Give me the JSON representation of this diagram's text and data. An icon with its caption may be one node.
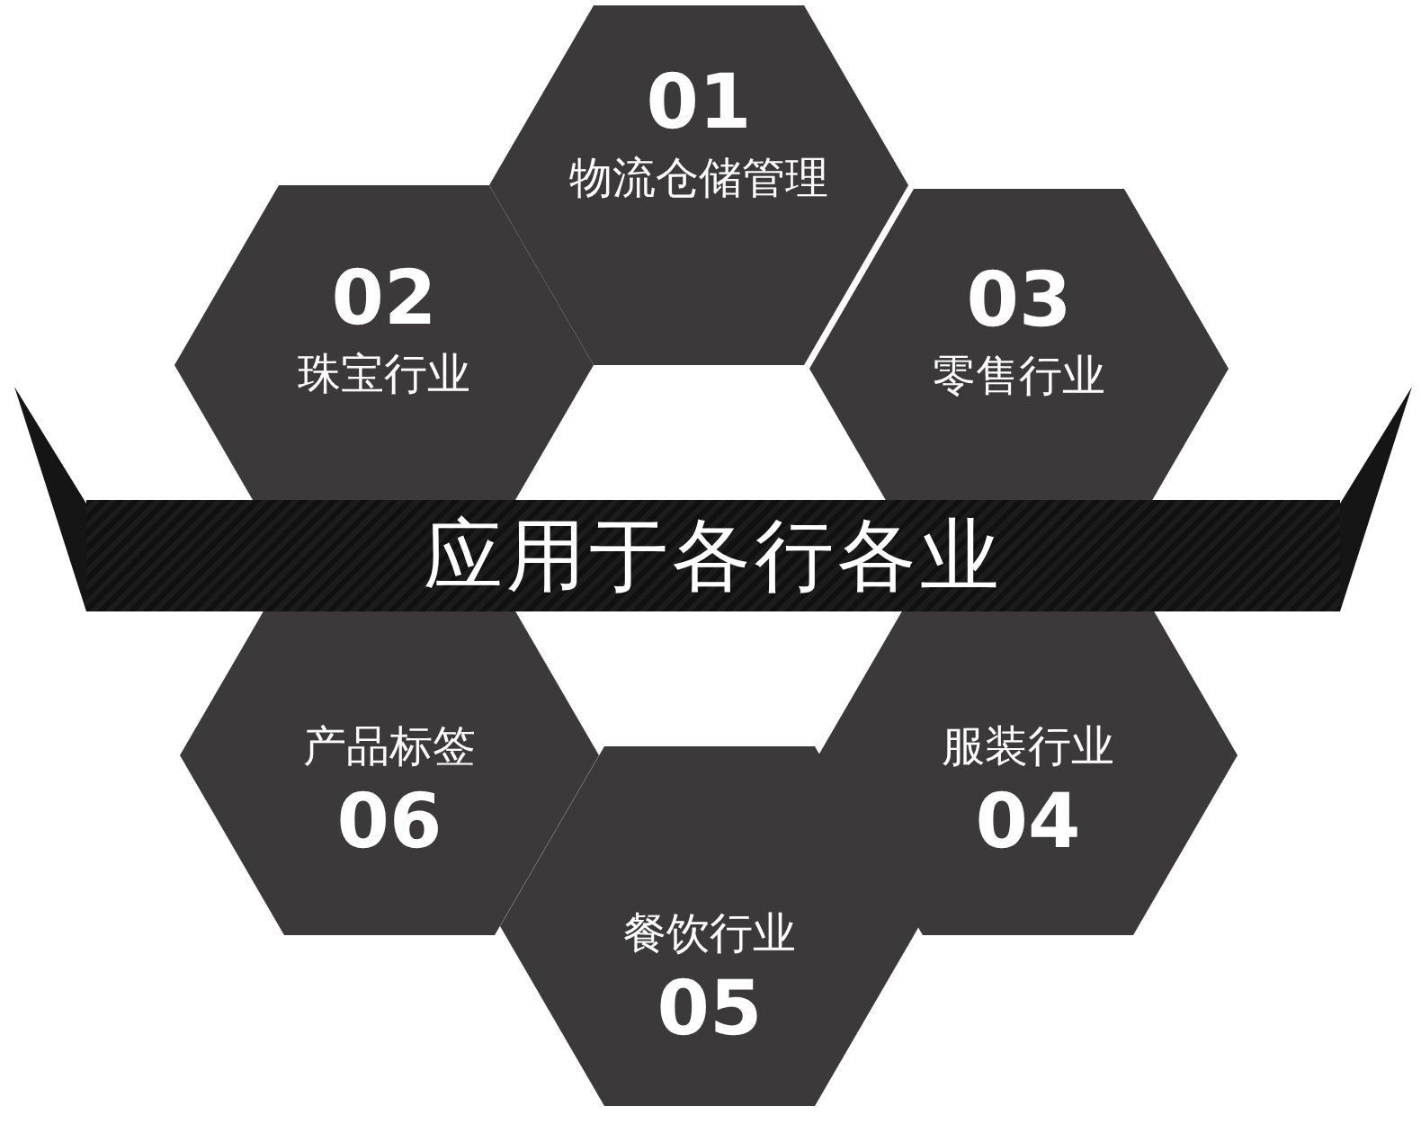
{
  "diagram": {
    "nodes": [
      {
        "text": [
          "01",
          "物流仓储管理"
        ]
      },
      {
        "text": [
          "02",
          "珠宝行业"
        ]
      },
      {
        "text": [
          "03",
          "零售行业"
        ]
      },
      {
        "text": [
          "应用于各行各业"
        ]
      },
      {
        "text": [
          "产品标签",
          "06"
        ]
      },
      {
        "text": [
          "服装行业",
          "04"
        ]
      },
      {
        "text": [
          "餐饮行业",
          "05"
        ]
      }
    ]
  }
}
